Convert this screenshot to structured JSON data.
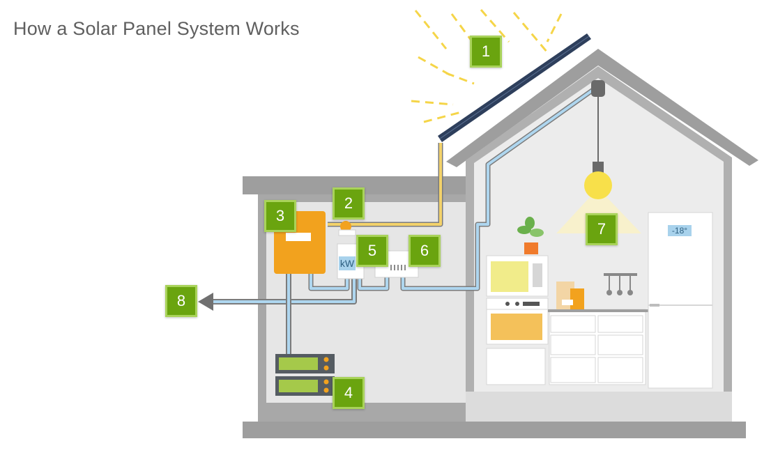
{
  "title": "How a Solar Panel System Works",
  "badges": [
    {
      "id": "1",
      "label": "1"
    },
    {
      "id": "2",
      "label": "2"
    },
    {
      "id": "3",
      "label": "3"
    },
    {
      "id": "4",
      "label": "4"
    },
    {
      "id": "5",
      "label": "5"
    },
    {
      "id": "6",
      "label": "6"
    },
    {
      "id": "7",
      "label": "7"
    },
    {
      "id": "8",
      "label": "8"
    }
  ],
  "fridge_display": "-18°",
  "meter_display": "kW",
  "colors": {
    "badge_fill": "#6aa40f",
    "badge_border": "#a9d35a",
    "wall": "#9e9e9e",
    "interior": "#e9e9e9",
    "cable": "#aed6ef",
    "solar_cable": "#f3d26b",
    "inverter": "#f2a21e",
    "bulb": "#f8e04a"
  },
  "icons": [
    "sun-rays-icon",
    "solar-panel-icon",
    "inverter-icon",
    "battery-icon",
    "meter-icon",
    "fuse-box-icon",
    "light-bulb-icon",
    "grid-arrow-icon"
  ]
}
